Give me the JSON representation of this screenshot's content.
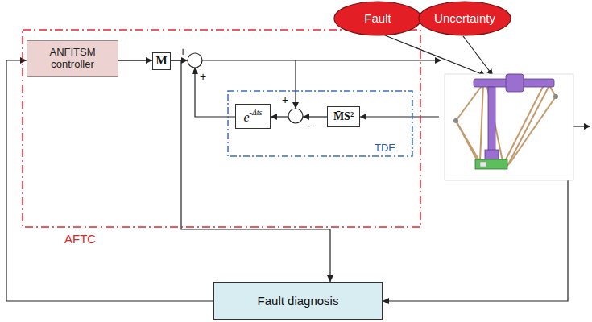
{
  "diagram": {
    "nodes": [
      {
        "text": [
          "AFTC"
        ]
      },
      {
        "text": [
          "ANFITSM controller"
        ],
        "in": 0
      },
      {
        "text": [
          "M̄"
        ],
        "in": 0
      },
      {
        "text": [
          "TDE"
        ],
        "in": 0
      },
      {
        "text": [
          "e",
          "-Δts"
        ],
        "in": 3
      },
      {
        "text": [
          "M̄S²"
        ],
        "in": 3
      },
      {
        "text": [
          "Fault"
        ]
      },
      {
        "text": [
          "Uncertainty"
        ]
      },
      {
        "text": [
          "Fault diagnosis"
        ]
      }
    ],
    "edges": [
      {
        "from": 1,
        "to": 2,
        "arrow": "to"
      },
      {
        "from": 1,
        "to": 8,
        "arrow": "to"
      },
      {
        "from": 8,
        "to": 1,
        "arrow": "to"
      }
    ],
    "labels": [
      "+",
      "+",
      "+",
      "-"
    ]
  }
}
